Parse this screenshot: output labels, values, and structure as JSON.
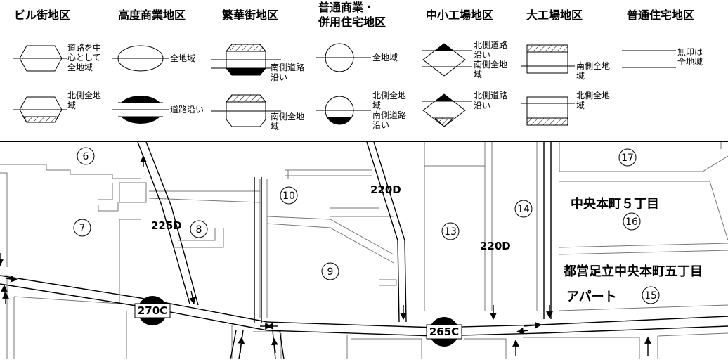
{
  "legend": {
    "districts": [
      {
        "name": "ビル街地区",
        "rows": [
          [
            "道路を中",
            "心として",
            "全地域"
          ],
          [
            "北側全地",
            "域"
          ]
        ]
      },
      {
        "name": "高度商業地区",
        "rows": [
          [
            "全地域"
          ],
          [
            "道路沿い"
          ]
        ]
      },
      {
        "name": "繁華街地区",
        "rows": [
          [
            "南側道路",
            "沿い"
          ],
          [
            "南側全地",
            "域"
          ]
        ]
      },
      {
        "name_lines": [
          "普通商業・",
          "併用住宅地区"
        ],
        "rows": [
          [
            "全地域"
          ],
          [
            "北側全地",
            "域",
            "南側道路",
            "沿い"
          ]
        ]
      },
      {
        "name": "中小工場地区",
        "rows": [
          [
            "北側道路",
            "沿い",
            "南側全地",
            "域"
          ],
          [
            "北側道路",
            "沿い"
          ]
        ]
      },
      {
        "name": "大工場地区",
        "rows": [
          [
            "南側全地",
            "域"
          ],
          [
            "北側全地",
            "域"
          ]
        ]
      },
      {
        "name": "普通住宅地区",
        "rows": [
          [
            "無印は",
            "全地域"
          ]
        ]
      }
    ]
  },
  "map": {
    "blocks": [
      "6",
      "7",
      "8",
      "9",
      "10",
      "13",
      "14",
      "15",
      "16",
      "17"
    ],
    "route_prices": [
      "220D",
      "225D",
      "220D"
    ],
    "badge_prices": [
      "270C",
      "265C"
    ],
    "place_labels": [
      "中央本町５丁目",
      "都営足立中央本町五丁目",
      "アパート"
    ]
  }
}
